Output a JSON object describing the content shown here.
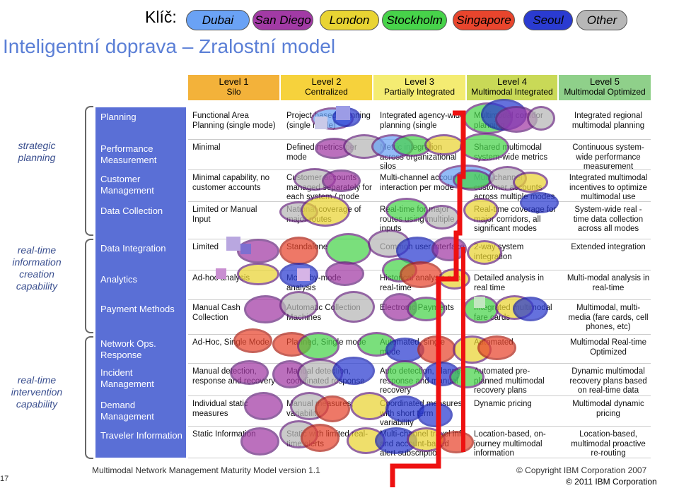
{
  "key": {
    "label": "Klíč:",
    "cities": [
      {
        "name": "Dubai",
        "color": "#6aa2f5"
      },
      {
        "name": "San Diego",
        "color": "#a23aa5"
      },
      {
        "name": "London",
        "color": "#e9d433"
      },
      {
        "name": "Stockholm",
        "color": "#47d34a"
      },
      {
        "name": "Singapore",
        "color": "#e8452d"
      },
      {
        "name": "Seoul",
        "color": "#2a3bd1"
      },
      {
        "name": "Other",
        "color": "#b7b7b7"
      }
    ]
  },
  "title": "Inteligentní doprava – Zralostní model",
  "levels": [
    {
      "name": "Level 1",
      "sub": "Silo",
      "color": "#f3b23a"
    },
    {
      "name": "Level 2",
      "sub": "Centralized",
      "color": "#f6d23c"
    },
    {
      "name": "Level 3",
      "sub": "Partially Integrated",
      "color": "#f4ec72"
    },
    {
      "name": "Level 4",
      "sub": "Multimodal Integrated",
      "color": "#c9d957"
    },
    {
      "name": "Level 5",
      "sub": "Multimodal Optimized",
      "color": "#8fd08a"
    }
  ],
  "groups": [
    "strategic planning",
    "real-time information creation capability",
    "real-time intervention capability"
  ],
  "rows": [
    {
      "category": "Planning",
      "cells": [
        "Functional Area Planning (single mode)",
        "Project-based Planning (single mode)",
        "Integrated agency-wide planning (single",
        "Multimodal corridor planning",
        "Integrated regional multimodal planning"
      ]
    },
    {
      "category": "Performance Measurement",
      "cells": [
        "Minimal",
        "Defined metrics per mode",
        "Metric integration across organizational silos",
        "Shared multimodal system-wide metrics",
        "Continuous system-wide performance measurement"
      ]
    },
    {
      "category": "Customer Management",
      "cells": [
        "Minimal capability, no customer accounts",
        "Customer accounts managed separately for each system / mode",
        "Multi-channel account interaction per mode",
        "Multi-channel customer accounts across multiple modes",
        "Integrated multimodal incentives to optimize multimodal use"
      ]
    },
    {
      "category": "Data Collection",
      "cells": [
        "Limited or Manual Input",
        "National coverage of major routes",
        "Real-time for major routes using multiple inputs",
        "Real-time coverage for major corridors, all significant modes",
        "System-wide real - time data collection across all modes"
      ]
    },
    {
      "category": "Data Integration",
      "cells": [
        "Limited",
        "Standalone",
        "Common user interface",
        "2-way system integration",
        "Extended integration"
      ]
    },
    {
      "category": "Analytics",
      "cells": [
        "Ad-hoc analysis",
        "Mode-by-mode analysis",
        "Historical analysis near real-time",
        "Detailed analysis in real time",
        "Multi-modal analysis in real-time"
      ]
    },
    {
      "category": "Payment Methods",
      "cells": [
        "Manual Cash Collection",
        "Automatic Collection Machines",
        "Electronic Payments",
        "Integrated multimodal fare cards",
        "Multimodal, multi-media (fare cards, cell phones, etc)"
      ]
    },
    {
      "category": "Network Ops. Response",
      "cells": [
        "Ad-Hoc, Single Mode",
        "Planned, Single mode",
        "Automated, single mode",
        "Automated",
        "Multimodal Real-time Optimized"
      ]
    },
    {
      "category": "Incident Management",
      "cells": [
        "Manual detection, response and recovery",
        "Manual detection, coordinated response",
        "Auto detection, planned response and manual recovery",
        "Automated pre-planned multimodal recovery plans",
        "Dynamic multimodal recovery plans based on real-time data"
      ]
    },
    {
      "category": "Demand Management",
      "cells": [
        "Individual static measures",
        "Manual measures, variability",
        "Coordinated measures, with short term variability",
        "Dynamic pricing",
        "Multimodal dynamic pricing"
      ]
    },
    {
      "category": "Traveler Information",
      "cells": [
        "Static Information",
        "Static with limited real-time alerts",
        "Multi-channel travel info and account-based alert subscription",
        "Location-based, on-journey multimodal information",
        "Location-based, multimodal proactive re-routing"
      ]
    }
  ],
  "footer": {
    "page": "17",
    "model": "Multimodal Network Management Maturity Model version 1.1",
    "copyright1": "© Copyright IBM Corporation 2007",
    "copyright2": "© 2011 IBM Corporation"
  }
}
